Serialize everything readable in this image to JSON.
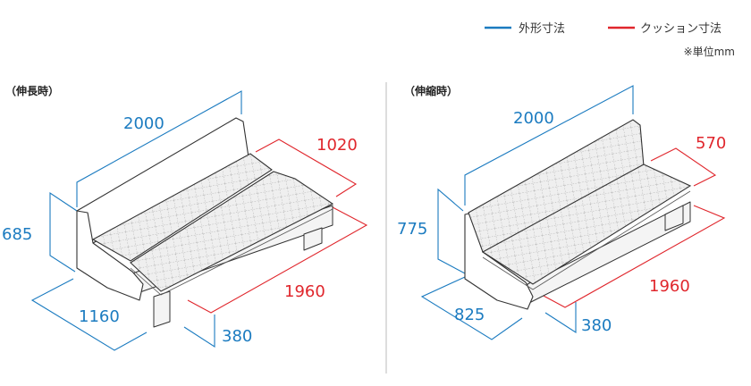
{
  "legend": {
    "outer": "外形寸法",
    "cushion": "クッション寸法",
    "unit": "※単位mm",
    "colors": {
      "outer": "#1b7bc0",
      "cushion": "#e0262c"
    }
  },
  "extended": {
    "label": "（伸長時）",
    "width": "2000",
    "height": "685",
    "depth": "1160",
    "cushion_depth": "1020",
    "cushion_width": "1960",
    "seat_height": "380"
  },
  "compact": {
    "label": "（伸縮時）",
    "width": "2000",
    "height": "775",
    "depth": "825",
    "cushion_depth": "570",
    "cushion_width": "1960",
    "seat_height": "380"
  }
}
